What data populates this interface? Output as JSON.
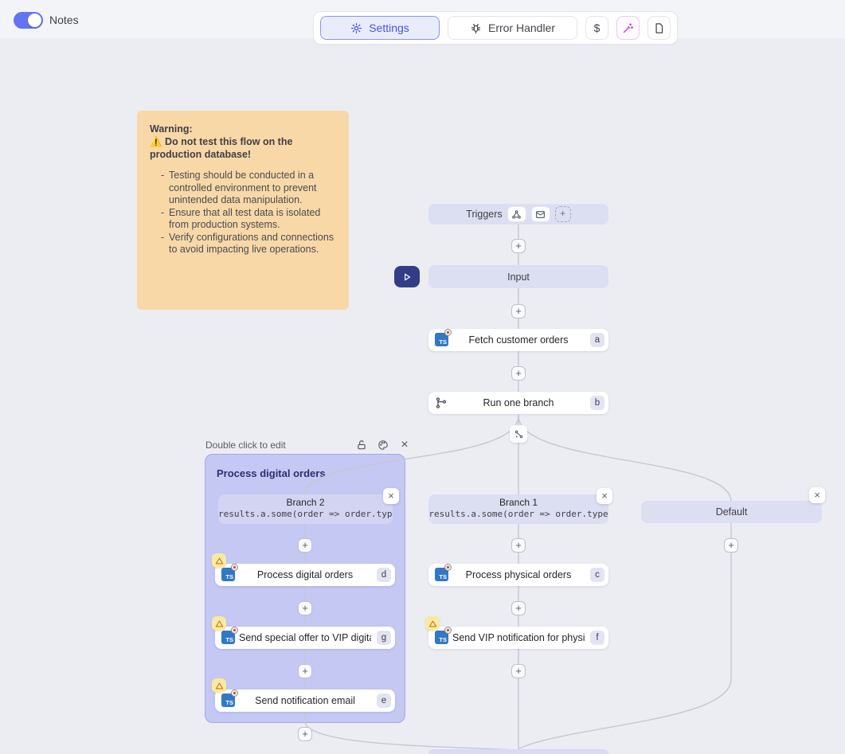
{
  "header": {
    "notes_label": "Notes",
    "settings_button": "Settings",
    "error_handler_button": "Error Handler",
    "dollar_button": "$"
  },
  "note": {
    "title": "Warning:",
    "alert": "⚠️ Do not test this flow on the production database!",
    "bullets": [
      "Testing should be conducted in a controlled environment to prevent unintended data manipulation.",
      "Ensure that all test data is isolated from production systems.",
      "Verify configurations and connections to avoid impacting live operations."
    ]
  },
  "flow": {
    "triggers": {
      "label": "Triggers"
    },
    "input": {
      "label": "Input"
    },
    "fetch": {
      "label": "Fetch customer orders",
      "badge": "a"
    },
    "run_branch": {
      "label": "Run one branch",
      "badge": "b"
    },
    "group": {
      "hint": "Double click to edit",
      "title": "Process digital orders"
    },
    "branch2": {
      "title": "Branch 2",
      "code": "results.a.some(order => order.type"
    },
    "branch1": {
      "title": "Branch 1",
      "code": "results.a.some(order => order.type"
    },
    "default_branch": {
      "title": "Default"
    },
    "process_digital": {
      "label": "Process digital orders",
      "badge": "d"
    },
    "process_physical": {
      "label": "Process physical orders",
      "badge": "c"
    },
    "send_special": {
      "label": "Send special offer to VIP digital c...",
      "badge": "g"
    },
    "send_vip": {
      "label": "Send VIP notification for physical...",
      "badge": "f"
    },
    "send_notification": {
      "label": "Send notification email",
      "badge": "e"
    }
  },
  "colors": {
    "accent_indigo": "#4554E4",
    "toggle_on": "#6473F2",
    "group_bg": "#C5C8F3",
    "node_lavender": "#DCDEF2",
    "note_bg": "#F8D8A7",
    "warning_badge_bg": "#FAE9A4",
    "wand_purple": "#C13FD6",
    "play_navy": "#333D85",
    "ts_blue": "#3178C6",
    "wire_gray": "#C5C7D4"
  }
}
